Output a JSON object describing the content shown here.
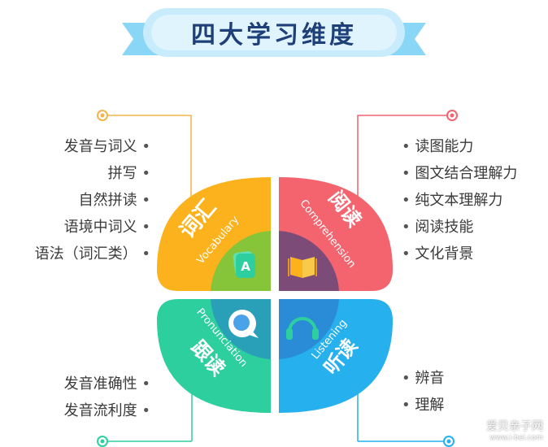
{
  "title": "四大学习维度",
  "quadrants": {
    "vocabulary": {
      "cn_label": "词汇",
      "en_label": "Vocabulary",
      "color": "#fbb21c",
      "icon": "letter-a-card-icon",
      "icon_letter": "A",
      "items": [
        "发音与词义",
        "拼写",
        "自然拼读",
        "语境中词义",
        "语法（词汇类）"
      ]
    },
    "comprehension": {
      "cn_label": "阅读",
      "en_label": "Comprehension",
      "color": "#f4646e",
      "icon": "open-book-icon",
      "items": [
        "读图能力",
        "图文结合理解力",
        "纯文本理解力",
        "阅读技能",
        "文化背景"
      ]
    },
    "pronunciation": {
      "cn_label": "跟读",
      "en_label": "Pronunciation",
      "color": "#2ecf9e",
      "icon": "speech-bubble-icon",
      "items": [
        "发音准确性",
        "发音流利度"
      ]
    },
    "listening": {
      "cn_label": "听读",
      "en_label": "Listening",
      "color": "#27b0ee",
      "icon": "headphones-icon",
      "items": [
        "辨音",
        "理解"
      ]
    }
  },
  "colors": {
    "title_bg": "#c8ecfb",
    "title_ribbon": "#8ad6f6",
    "title_text": "#1f3f78",
    "center_green": "#51c15f",
    "center_blue": "#2a8cd6",
    "center_purple": "#7c4b78"
  },
  "watermark": {
    "text": "爱贝亲子网",
    "sub": "www.i-bei.com"
  }
}
